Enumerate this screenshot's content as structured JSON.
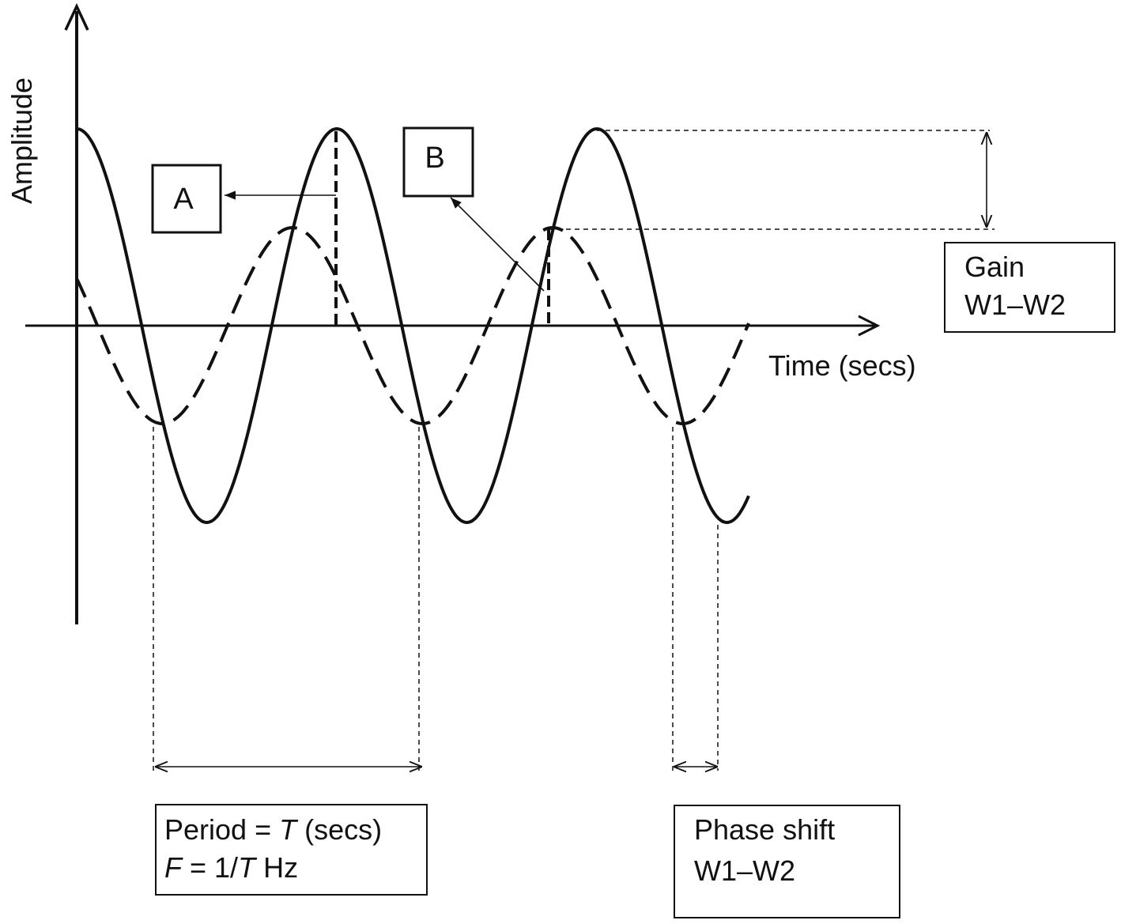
{
  "labels": {
    "y_axis": "Amplitude",
    "x_axis": "Time (secs)",
    "box_a": "A",
    "box_b": "B",
    "gain_line1": "Gain",
    "gain_line2": "W1–W2",
    "period_var": "T",
    "period_prefix": "Period = ",
    "period_suffix": " (secs)",
    "freq_var_f": "F",
    "freq_mid": " = 1/",
    "freq_var_t": "T",
    "freq_suffix": " Hz",
    "phase_line1": "Phase shift",
    "phase_line2": "W1–W2"
  },
  "colors": {
    "ink": "#111111"
  }
}
